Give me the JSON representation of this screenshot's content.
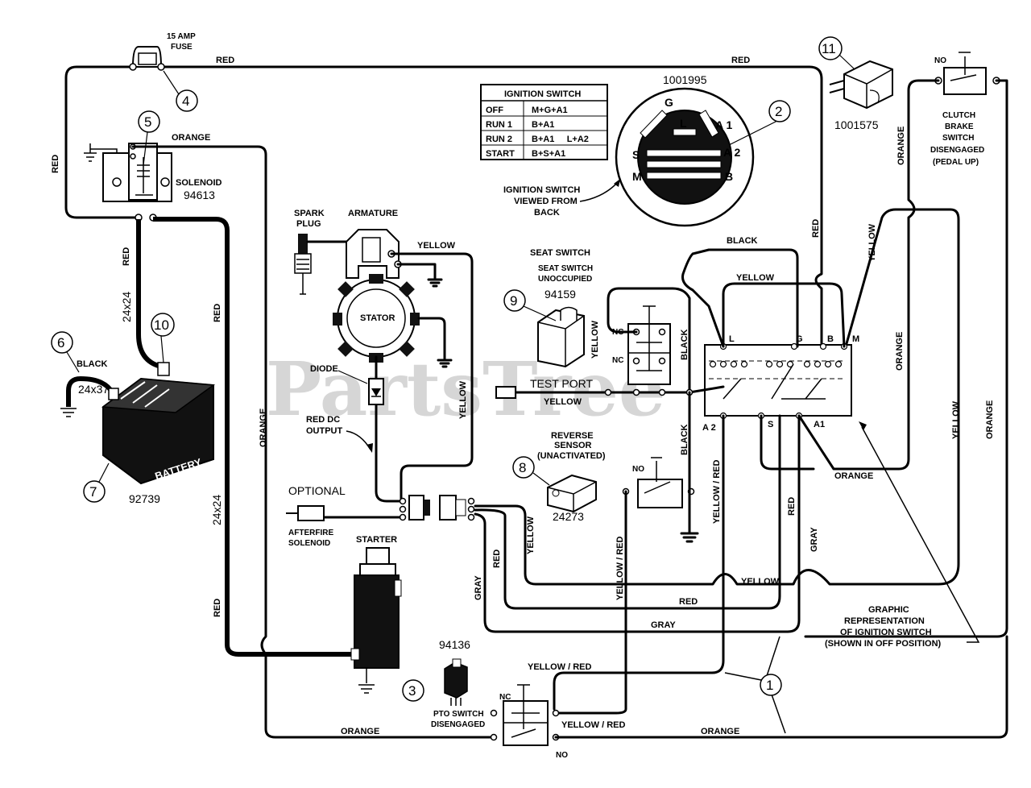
{
  "watermark": "PartsTree",
  "ignition_table": {
    "title": "IGNITION SWITCH",
    "rows": [
      {
        "pos": "OFF",
        "contacts": "M+G+A1"
      },
      {
        "pos": "RUN 1",
        "contacts": "B+A1"
      },
      {
        "pos": "RUN 2",
        "contacts": "B+A1     L+A2"
      },
      {
        "pos": "START",
        "contacts": "B+S+A1"
      }
    ]
  },
  "part_numbers": {
    "ignition_switch": "1001995",
    "clutch_switch": "1001575",
    "solenoid": "94613",
    "battery": "92739",
    "seat_switch": "94159",
    "reverse_sensor": "24273",
    "pto_switch": "94136"
  },
  "callouts": [
    "1",
    "2",
    "3",
    "4",
    "5",
    "6",
    "7",
    "8",
    "9",
    "10",
    "11"
  ],
  "labels": {
    "fuse": "15 AMP",
    "fuse2": "FUSE",
    "solenoid": "SOLENOID",
    "battery": "BATTERY",
    "cable_24x24": "24x24",
    "cable_24x37": "24x37",
    "spark_plug": "SPARK",
    "spark_plug2": "PLUG",
    "armature": "ARMATURE",
    "stator": "STATOR",
    "diode": "DIODE",
    "red_dc": "RED DC",
    "red_dc2": "OUTPUT",
    "optional": "OPTIONAL",
    "afterfire": "AFTERFIRE",
    "afterfire2": "SOLENOID",
    "starter": "STARTER",
    "pto1": "PTO SWITCH",
    "pto2": "DISENGAGED",
    "ign_view1": "IGNITION SWITCH",
    "ign_view2": "VIEWED  FROM",
    "ign_view3": "BACK",
    "seat_switch": "SEAT SWITCH",
    "seat_sub1": "SEAT SWITCH",
    "seat_sub2": "UNOCCUPIED",
    "test_port": "TEST PORT",
    "reverse1": "REVERSE",
    "reverse2": "SENSOR",
    "reverse3": "(UNACTIVATED)",
    "clutch1": "CLUTCH",
    "clutch2": "BRAKE",
    "clutch3": "SWITCH",
    "clutch4": "DISENGAGED",
    "clutch5": "(PEDAL UP)",
    "graphic1": "GRAPHIC",
    "graphic2": "REPRESENTATION",
    "graphic3": "OF IGNITION SWITCH",
    "graphic4": "(SHOWN  IN  OFF POSITION)",
    "no": "NO",
    "nc": "NC"
  },
  "terminals": {
    "g": "G",
    "l": "L",
    "a1": "A 1",
    "a2": "A 2",
    "s": "S",
    "m": "M",
    "b": "B",
    "a1s": "A1",
    "a2s": "A 2"
  },
  "wire_colors": {
    "red": "RED",
    "orange": "ORANGE",
    "black": "BLACK",
    "yellow": "YELLOW",
    "gray": "GRAY",
    "yellow_red": "YELLOW / RED"
  }
}
